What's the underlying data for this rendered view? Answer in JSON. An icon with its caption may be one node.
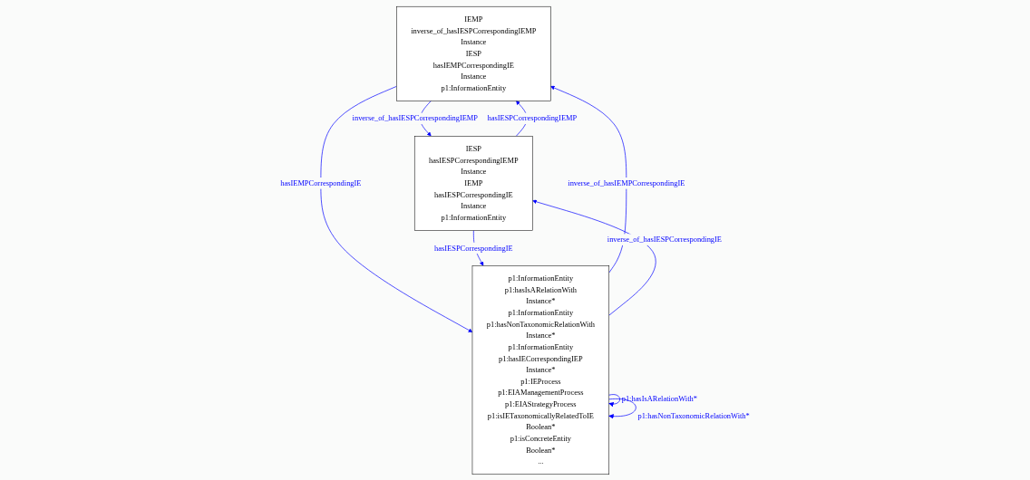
{
  "diagram": {
    "nodes": [
      {
        "text": [
          "IEMP",
          "inverse_of_hasIESPCorrespondingIEMP",
          "Instance",
          "IESP",
          "hasIEMPCorrespondingIE",
          "Instance",
          "p1:InformationEntity"
        ]
      },
      {
        "text": [
          "IESP",
          "hasIESPCorrespondingIEMP",
          "Instance",
          "IEMP",
          "hasIESPCorrespondingIE",
          "Instance",
          "p1:InformationEntity"
        ]
      },
      {
        "text": [
          "p1:InformationEntity",
          "p1:hasIsARelationWith",
          "Instance*",
          "p1:InformationEntity",
          "p1:hasNonTaxonomicRelationWith",
          "Instance*",
          "p1:InformationEntity",
          "p1:hasIECorrespondingIEP",
          "Instance*",
          "p1:IEProcess",
          "p1:EIAManagementProcess",
          "p1:EIAStrategyProcess",
          "p1:isIETaxonomicallyRelatedToIE",
          "Boolean*",
          "p1:isConcreteEntity",
          "Boolean*",
          "..."
        ]
      }
    ],
    "edges": [
      {
        "from": 0,
        "to": 1,
        "arrow": "to",
        "label": "inverse_of_hasIESPCorrespondingIEMP"
      },
      {
        "from": 1,
        "to": 0,
        "arrow": "to",
        "label": "hasIESPCorrespondingIEMP"
      },
      {
        "from": 0,
        "to": 2,
        "arrow": "to",
        "label": "hasIEMPCorrespondingIE"
      },
      {
        "from": 2,
        "to": 0,
        "arrow": "to",
        "label": "inverse_of_hasIEMPCorrespondingIE"
      },
      {
        "from": 1,
        "to": 2,
        "arrow": "to",
        "label": "hasIESPCorrespondingIE"
      },
      {
        "from": 2,
        "to": 1,
        "arrow": "to",
        "label": "inverse_of_hasIESPCorrespondingIE"
      },
      {
        "from": 2,
        "to": 2,
        "arrow": "to",
        "label": "p1:hasIsARelationWith*"
      },
      {
        "from": 2,
        "to": 2,
        "arrow": "to",
        "label": "p1:hasNonTaxonomicRelationWith*"
      }
    ]
  }
}
